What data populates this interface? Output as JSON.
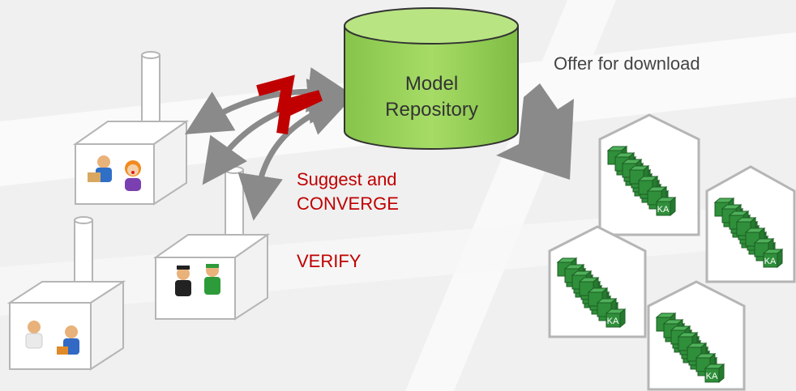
{
  "repository": {
    "line1": "Model",
    "line2": "Repository"
  },
  "offer_text": "Offer for download",
  "suggest": {
    "line1": "Suggest and",
    "line2": "CONVERGE"
  },
  "verify_text": "VERIFY",
  "ka_label": "KA",
  "colors": {
    "repository_fill": "#9bd35a",
    "repository_stroke": "#333333",
    "accent_red": "#c00000",
    "arrow_gray": "#8a8a8a",
    "cube_green": "#2f8f3a",
    "house_stroke": "#b5b5b5"
  }
}
